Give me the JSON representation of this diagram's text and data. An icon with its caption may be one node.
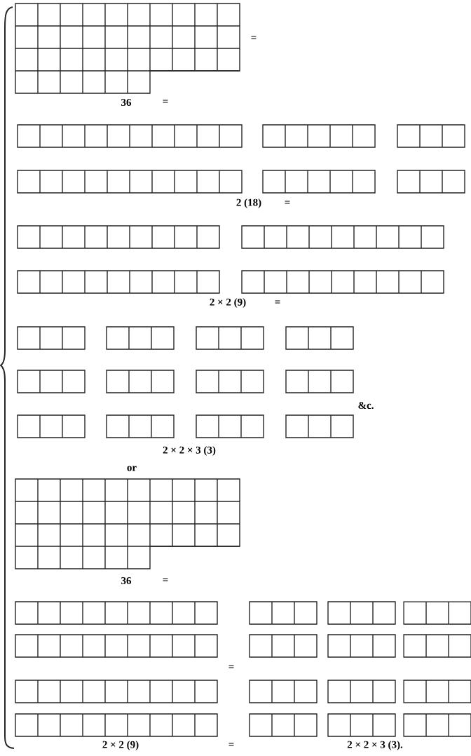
{
  "diagram": {
    "labels": [
      "=",
      "36",
      "=",
      "2 (18)",
      "=",
      "2 × 2 (9)",
      "=",
      "&c.",
      "2 × 2 × 3 (3)",
      "or",
      "36",
      "=",
      "=",
      "2 × 2 (9)",
      "=",
      "2 × 2 × 3 (3)."
    ]
  }
}
